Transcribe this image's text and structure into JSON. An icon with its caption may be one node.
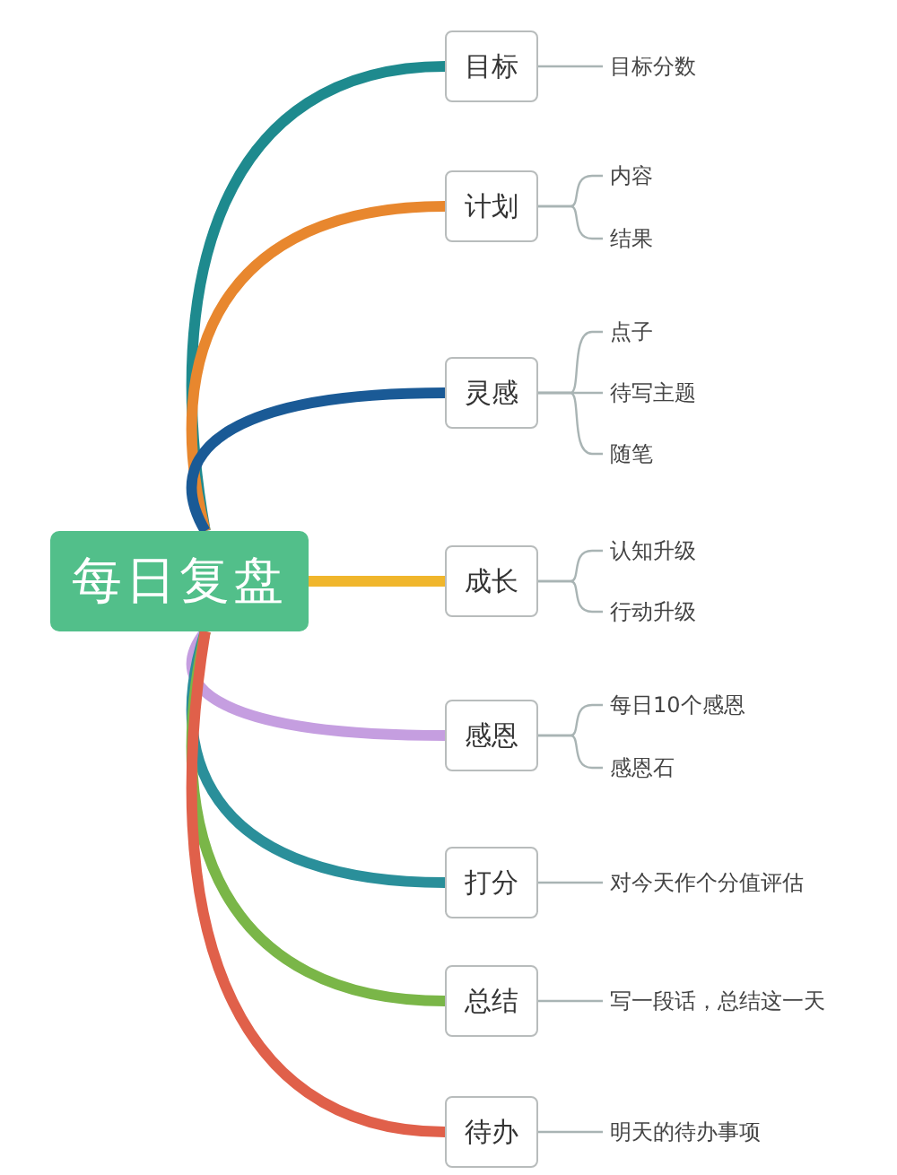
{
  "diagram": {
    "nodes": [
      {
        "text": [
          "每日复盘"
        ]
      },
      {
        "text": [
          "目标"
        ]
      },
      {
        "text": [
          "目标分数"
        ]
      },
      {
        "text": [
          "计划"
        ]
      },
      {
        "text": [
          "内容"
        ]
      },
      {
        "text": [
          "结果"
        ]
      },
      {
        "text": [
          "灵感"
        ]
      },
      {
        "text": [
          "点子"
        ]
      },
      {
        "text": [
          "待写主题"
        ]
      },
      {
        "text": [
          "随笔"
        ]
      },
      {
        "text": [
          "成长"
        ]
      },
      {
        "text": [
          "认知升级"
        ]
      },
      {
        "text": [
          "行动升级"
        ]
      },
      {
        "text": [
          "感恩"
        ]
      },
      {
        "text": [
          "每日10个感恩"
        ]
      },
      {
        "text": [
          "感恩石"
        ]
      },
      {
        "text": [
          "打分"
        ]
      },
      {
        "text": [
          "对今天作个分值评估"
        ]
      },
      {
        "text": [
          "总结"
        ]
      },
      {
        "text": [
          "写一段话，总结这一天"
        ]
      },
      {
        "text": [
          "待办"
        ]
      },
      {
        "text": [
          "明天的待办事项"
        ]
      }
    ],
    "edges": [
      {
        "from": 0,
        "to": 1,
        "arrow": "none",
        "style": "thick",
        "color": "#1e8a8e"
      },
      {
        "from": 1,
        "to": 2,
        "arrow": "none"
      },
      {
        "from": 0,
        "to": 3,
        "arrow": "none",
        "style": "thick",
        "color": "#e8872e"
      },
      {
        "from": 3,
        "to": 4,
        "arrow": "none"
      },
      {
        "from": 3,
        "to": 5,
        "arrow": "none"
      },
      {
        "from": 0,
        "to": 6,
        "arrow": "none",
        "style": "thick",
        "color": "#1a5a96"
      },
      {
        "from": 6,
        "to": 7,
        "arrow": "none"
      },
      {
        "from": 6,
        "to": 8,
        "arrow": "none"
      },
      {
        "from": 6,
        "to": 9,
        "arrow": "none"
      },
      {
        "from": 0,
        "to": 10,
        "arrow": "none",
        "style": "thick",
        "color": "#f0b62c"
      },
      {
        "from": 10,
        "to": 11,
        "arrow": "none"
      },
      {
        "from": 10,
        "to": 12,
        "arrow": "none"
      },
      {
        "from": 0,
        "to": 13,
        "arrow": "none",
        "style": "thick",
        "color": "#c59ee0"
      },
      {
        "from": 13,
        "to": 14,
        "arrow": "none"
      },
      {
        "from": 13,
        "to": 15,
        "arrow": "none"
      },
      {
        "from": 0,
        "to": 16,
        "arrow": "none",
        "style": "thick",
        "color": "#2a8f9a"
      },
      {
        "from": 16,
        "to": 17,
        "arrow": "none"
      },
      {
        "from": 0,
        "to": 18,
        "arrow": "none",
        "style": "thick",
        "color": "#7ab648"
      },
      {
        "from": 18,
        "to": 19,
        "arrow": "none"
      },
      {
        "from": 0,
        "to": 20,
        "arrow": "none",
        "style": "thick",
        "color": "#e0604a"
      },
      {
        "from": 20,
        "to": 21,
        "arrow": "none"
      }
    ]
  }
}
